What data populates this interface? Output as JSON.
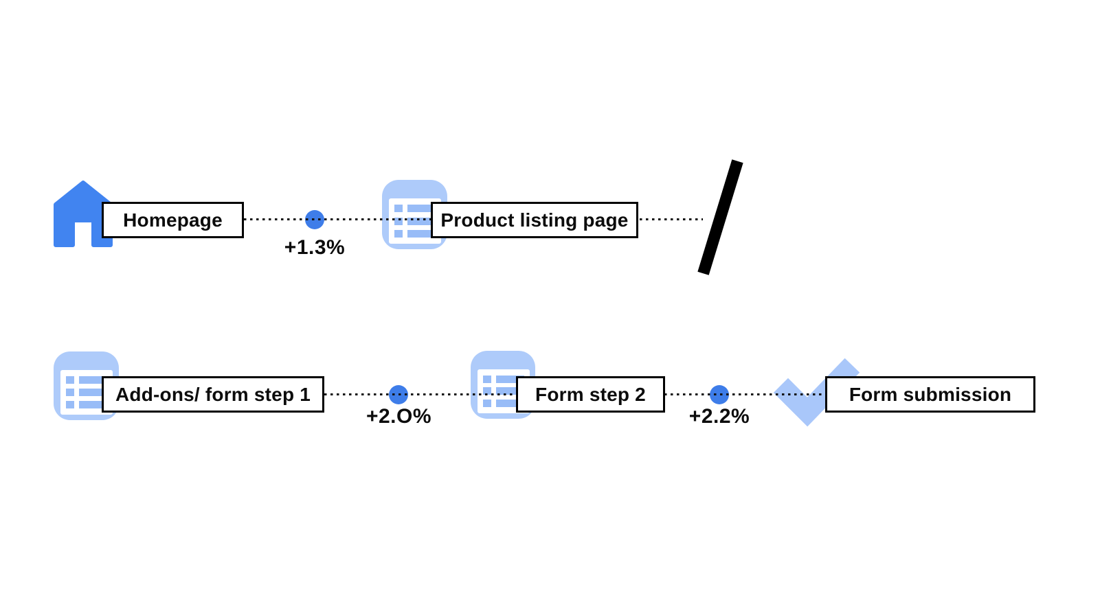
{
  "diagram": {
    "type": "user-journey-funnel",
    "row1": {
      "node1": {
        "icon": "home",
        "label": "Homepage"
      },
      "connector1": {
        "delta": "+1.3%"
      },
      "node2": {
        "icon": "list",
        "label": "Product listing page"
      },
      "terminator": {
        "icon": "slash"
      }
    },
    "row2": {
      "node1": {
        "icon": "list",
        "label": "Add-ons/ form step 1"
      },
      "connector1": {
        "delta": "+2.O%"
      },
      "node2": {
        "icon": "list",
        "label": "Form step 2"
      },
      "connector2": {
        "delta": "+2.2%"
      },
      "node3": {
        "icon": "check",
        "label": "Form submission"
      }
    },
    "colors": {
      "house_blue": "#4184F0",
      "dot_blue": "#3E7DE9",
      "icon_light_blue": "#AECBFA",
      "icon_line_blue": "#98BCF7",
      "check_blue": "#A9C7FA",
      "slash_black": "#000000",
      "box_border": "#000000",
      "text": "#0C0C0C"
    }
  }
}
